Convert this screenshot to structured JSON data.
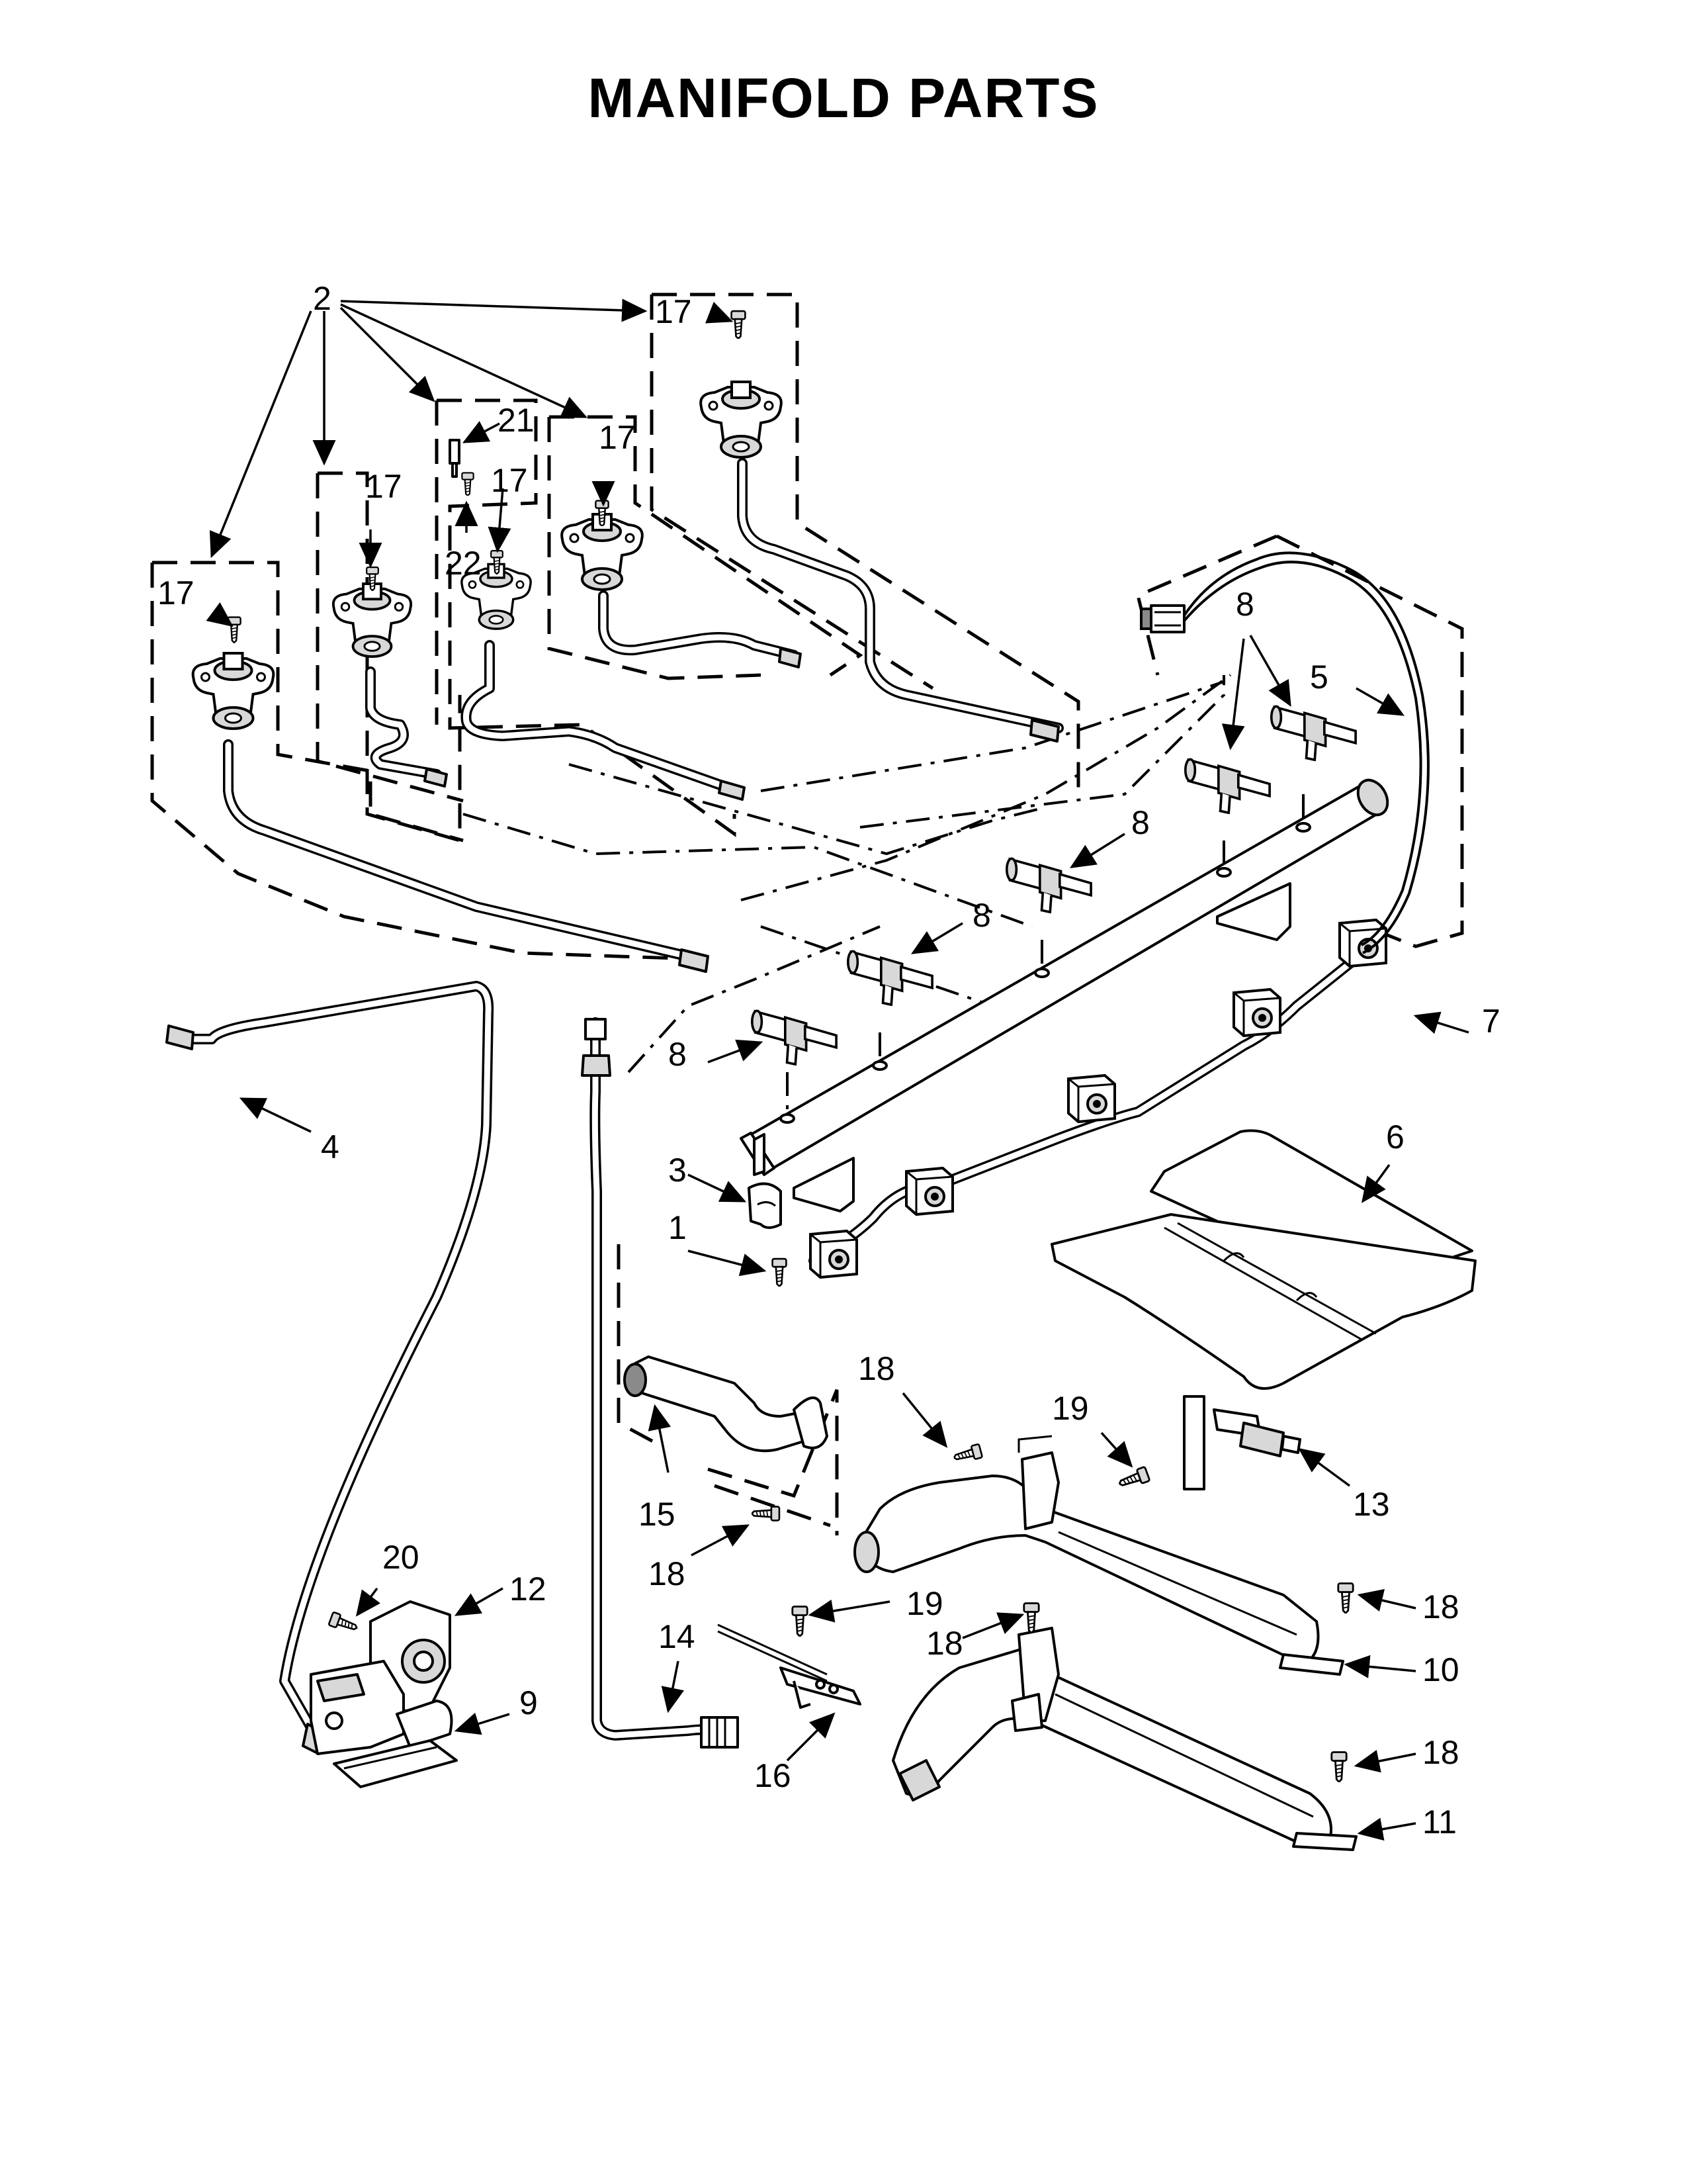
{
  "title": "MANIFOLD PARTS",
  "callouts": [
    {
      "id": "c2",
      "text": "2"
    },
    {
      "id": "c17a",
      "text": "17"
    },
    {
      "id": "c17b",
      "text": "17"
    },
    {
      "id": "c21",
      "text": "21"
    },
    {
      "id": "c17c",
      "text": "17"
    },
    {
      "id": "c17d",
      "text": "17"
    },
    {
      "id": "c22",
      "text": "22"
    },
    {
      "id": "c17e",
      "text": "17"
    },
    {
      "id": "c8a",
      "text": "8"
    },
    {
      "id": "c5",
      "text": "5"
    },
    {
      "id": "c8b",
      "text": "8"
    },
    {
      "id": "c8c",
      "text": "8"
    },
    {
      "id": "c7",
      "text": "7"
    },
    {
      "id": "c8d",
      "text": "8"
    },
    {
      "id": "c4",
      "text": "4"
    },
    {
      "id": "c3",
      "text": "3"
    },
    {
      "id": "c1",
      "text": "1"
    },
    {
      "id": "c6",
      "text": "6"
    },
    {
      "id": "c18a",
      "text": "18"
    },
    {
      "id": "c19a",
      "text": "19"
    },
    {
      "id": "c13",
      "text": "13"
    },
    {
      "id": "c15",
      "text": "15"
    },
    {
      "id": "c18b",
      "text": "18"
    },
    {
      "id": "c20",
      "text": "20"
    },
    {
      "id": "c12",
      "text": "12"
    },
    {
      "id": "c14",
      "text": "14"
    },
    {
      "id": "c19b",
      "text": "19"
    },
    {
      "id": "c18c",
      "text": "18"
    },
    {
      "id": "c18d",
      "text": "18"
    },
    {
      "id": "c10",
      "text": "10"
    },
    {
      "id": "c9",
      "text": "9"
    },
    {
      "id": "c16",
      "text": "16"
    },
    {
      "id": "c18e",
      "text": "18"
    },
    {
      "id": "c11",
      "text": "11"
    }
  ]
}
